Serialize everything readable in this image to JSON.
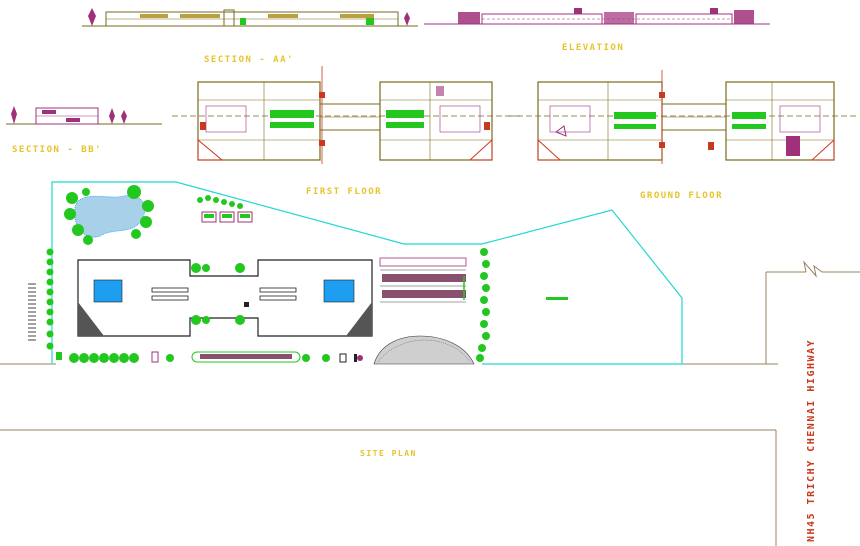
{
  "labels": {
    "section_aa": "SECTION - AA'",
    "section_bb": "SECTION - BB'",
    "elevation": "ELEVATION",
    "first_floor": "FIRST FLOOR",
    "ground_floor": "GROUND FLOOR",
    "site_plan": "SITE PLAN",
    "highway": "NH45 TRICHY CHENNAI HIGHWAY"
  },
  "colors": {
    "title_text": "#e8c32a",
    "highway_text": "#c83a1e",
    "elevation_magenta": "#a0307a",
    "section_olive": "#7a6a1a",
    "boundary": "#21d8d0",
    "tree_green": "#22c81e",
    "pool_blue": "#1e9ef0",
    "road_line": "#9a8060"
  }
}
